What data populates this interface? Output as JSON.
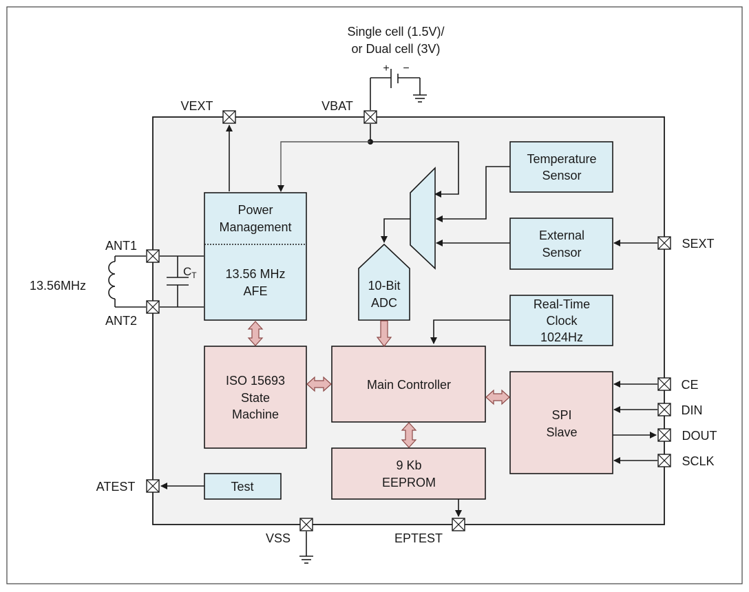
{
  "battery": {
    "line1": "Single cell (1.5V)/",
    "line2": "or Dual cell (3V)",
    "plus": "+",
    "minus": "−"
  },
  "pins": {
    "vext": "VEXT",
    "vbat": "VBAT",
    "ant1": "ANT1",
    "ant2": "ANT2",
    "antenna_freq": "13.56MHz",
    "ct": "C",
    "ct_sub": "T",
    "sext": "SEXT",
    "ce": "CE",
    "din": "DIN",
    "dout": "DOUT",
    "sclk": "SCLK",
    "atest": "ATEST",
    "vss": "VSS",
    "eptest": "EPTEST"
  },
  "blocks": {
    "power_management": [
      "Power",
      "Management"
    ],
    "afe": [
      "13.56 MHz",
      "AFE"
    ],
    "temperature_sensor": [
      "Temperature",
      "Sensor"
    ],
    "external_sensor": [
      "External",
      "Sensor"
    ],
    "adc": [
      "10-Bit",
      "ADC"
    ],
    "rtc": [
      "Real-Time",
      "Clock",
      "1024Hz"
    ],
    "iso_state_machine": [
      "ISO 15693",
      "State",
      "Machine"
    ],
    "main_controller": [
      "Main Controller"
    ],
    "spi_slave": [
      "SPI",
      "Slave"
    ],
    "eeprom": [
      "9 Kb",
      "EEPROM"
    ],
    "test": [
      "Test"
    ]
  },
  "colors": {
    "analog_block": "#dbeef4",
    "digital_block": "#f2dcdb",
    "chip_body": "#f2f2f2",
    "bus_arrow": "#e6b8b7"
  }
}
